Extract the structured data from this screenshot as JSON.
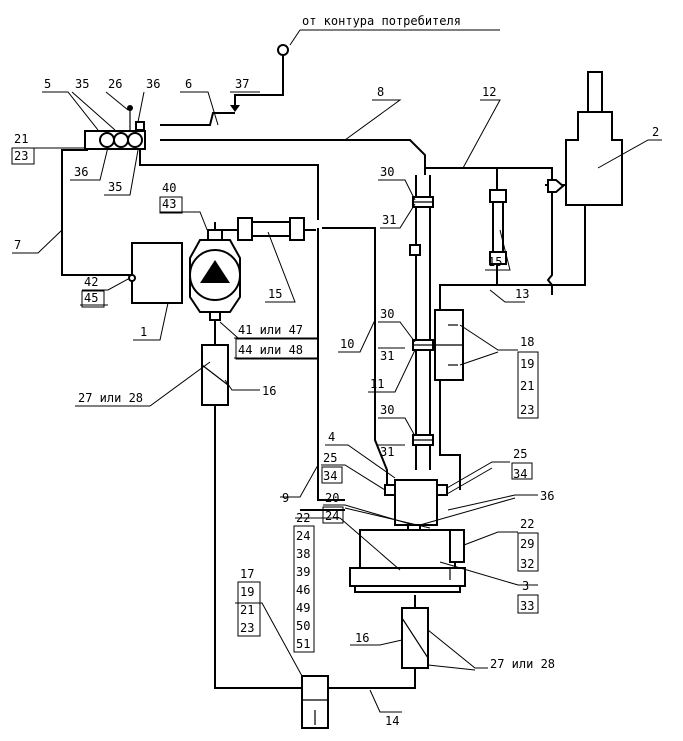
{
  "header_label": "от контура потребителя",
  "labels": {
    "l_5": "5",
    "l_35a": "35",
    "l_26": "26",
    "l_36a": "36",
    "l_6": "6",
    "l_37": "37",
    "l_8": "8",
    "l_12": "12",
    "l_2": "2",
    "l_21a": "21",
    "l_23a": "23",
    "l_36b": "36",
    "l_35b": "35",
    "l_40": "40",
    "l_43": "43",
    "l_30a": "30",
    "l_31a": "31",
    "l_7": "7",
    "l_15a": "15",
    "l_15b": "15",
    "l_42": "42",
    "l_45": "45",
    "l_1": "1",
    "l_41": "41 или 47",
    "l_44": "44 или 48",
    "l_10": "10",
    "l_30b": "30",
    "l_31b": "31",
    "l_13": "13",
    "l_18": "18",
    "l_19a": "19",
    "l_21b": "21",
    "l_23b": "23",
    "l_11": "11",
    "l_2728a": "27 или 28",
    "l_16a": "16",
    "l_30c": "30",
    "l_31c": "31",
    "l_4": "4",
    "l_25a": "25",
    "l_34a": "34",
    "l_25b": "25",
    "l_34b": "34",
    "l_36c": "36",
    "l_20": "20",
    "l_24a": "24",
    "l_9": "9",
    "l_22a": "22",
    "l_24b": "24",
    "l_38": "38",
    "l_39": "39",
    "l_46": "46",
    "l_49": "49",
    "l_50": "50",
    "l_51": "51",
    "l_22b": "22",
    "l_29": "29",
    "l_32": "32",
    "l_3": "3",
    "l_33": "33",
    "l_17": "17",
    "l_19b": "19",
    "l_21c": "21",
    "l_23c": "23",
    "l_16b": "16",
    "l_2728b": "27 или 28",
    "l_14": "14"
  }
}
